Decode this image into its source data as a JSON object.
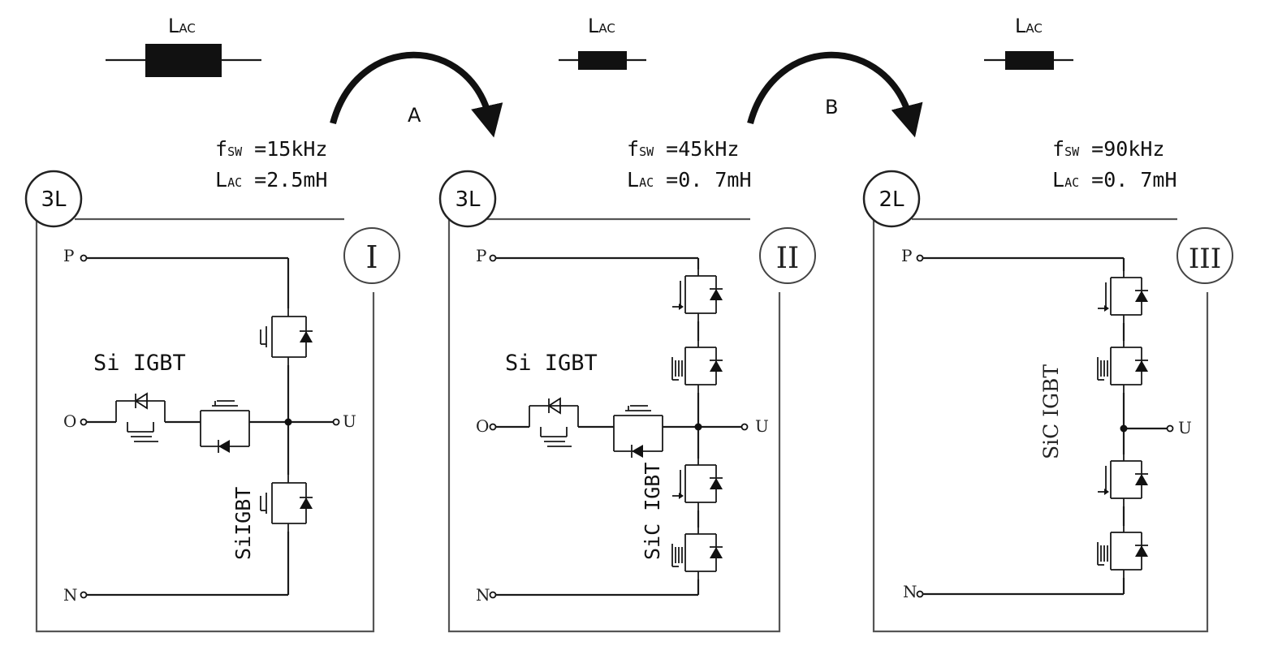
{
  "inductors": [
    {
      "label": "LAC"
    },
    {
      "label": "LAC"
    },
    {
      "label": "LAC"
    }
  ],
  "transitions": [
    {
      "label": "A"
    },
    {
      "label": "B"
    }
  ],
  "panels": [
    {
      "level": "3L",
      "roman": "I",
      "fsw": "fSW =15kHz",
      "lac": "LAC =2.5mH",
      "device_label_1": "Si IGBT",
      "device_label_2": "SiIGBT",
      "terminals": {
        "p": "P",
        "o": "O",
        "u": "U",
        "n": "N"
      }
    },
    {
      "level": "3L",
      "roman": "II",
      "fsw": "fSW =45kHz",
      "lac": "LAC =0. 7mH",
      "device_label_1": "Si IGBT",
      "device_label_2": "SiC IGBT",
      "terminals": {
        "p": "P",
        "o": "O",
        "u": "U",
        "n": "N"
      }
    },
    {
      "level": "2L",
      "roman": "III",
      "fsw": "fSW =90kHz",
      "lac": "LAC =0. 7mH",
      "device_label_2": "SiC IGBT",
      "terminals": {
        "p": "P",
        "u": "U",
        "n": "N"
      }
    }
  ]
}
